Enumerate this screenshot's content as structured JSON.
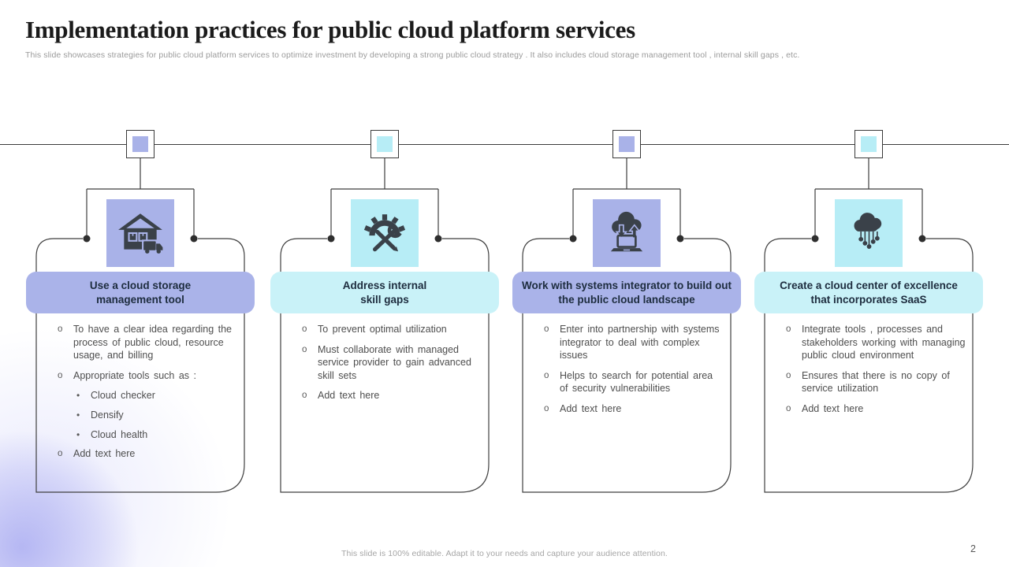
{
  "header": {
    "title": "Implementation practices for public cloud platform services",
    "subtitle": "This slide showcases strategies for public cloud platform services to optimize investment by developing a strong public cloud strategy . It also includes cloud storage management tool , internal skill gaps , etc."
  },
  "colors": {
    "purple_fill": "#a9b2e8",
    "purple_bar": "#aab3e9",
    "cyan_fill": "#b7edf6",
    "cyan_bar": "#c9f2f8",
    "line": "#3f3f3f",
    "bar_text": "#1d2c3e",
    "body_text": "#4e4e4e"
  },
  "bullets": {
    "level1": "o",
    "level2": "•"
  },
  "columns": [
    {
      "theme": "purple",
      "icon": "warehouse-truck-icon",
      "title": "Use a cloud storage management tool",
      "items": [
        {
          "level": 1,
          "text": "To have a clear idea regarding the process of public cloud, resource usage, and billing"
        },
        {
          "level": 1,
          "text": "Appropriate tools such as :"
        },
        {
          "level": 2,
          "text": "Cloud checker"
        },
        {
          "level": 2,
          "text": "Densify"
        },
        {
          "level": 2,
          "text": "Cloud health"
        },
        {
          "level": 1,
          "text": "Add text here"
        }
      ]
    },
    {
      "theme": "cyan",
      "icon": "gear-tools-icon",
      "title": "Address internal skill gaps",
      "items": [
        {
          "level": 1,
          "text": "To prevent optimal utilization"
        },
        {
          "level": 1,
          "text": "Must collaborate with managed service provider to gain advanced skill sets"
        },
        {
          "level": 1,
          "text": "Add text here"
        }
      ]
    },
    {
      "theme": "purple",
      "icon": "cloud-transfer-laptop-icon",
      "title": "Work with systems integrator to build out the public cloud landscape",
      "items": [
        {
          "level": 1,
          "text": "Enter into partnership with systems integrator to deal with complex issues"
        },
        {
          "level": 1,
          "text": "Helps to search for potential area of security vulnerabilities"
        },
        {
          "level": 1,
          "text": "Add text here"
        }
      ]
    },
    {
      "theme": "cyan",
      "icon": "cloud-network-icon",
      "title": "Create a cloud center of excellence that incorporates SaaS",
      "items": [
        {
          "level": 1,
          "text": "Integrate tools , processes and stakeholders working with managing public cloud environment"
        },
        {
          "level": 1,
          "text": "Ensures that there is no copy of service utilization"
        },
        {
          "level": 1,
          "text": "Add text here"
        }
      ]
    }
  ],
  "footer": {
    "note": "This slide is 100% editable. Adapt it to your  needs and capture your audience attention.",
    "page_number": "2"
  }
}
